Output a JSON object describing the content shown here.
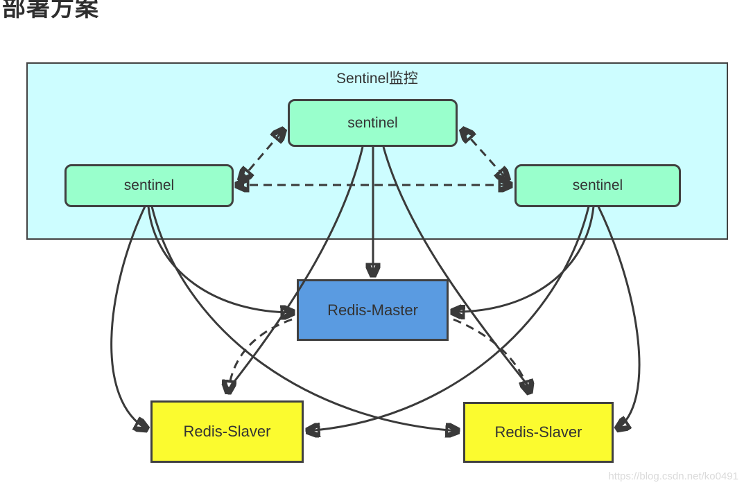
{
  "page": {
    "heading": "部署方案",
    "watermark": "https://blog.csdn.net/ko0491"
  },
  "diagram": {
    "container_label": "Sentinel监控",
    "nodes": {
      "sentinel_top": "sentinel",
      "sentinel_left": "sentinel",
      "sentinel_right": "sentinel",
      "master": "Redis-Master",
      "slave_left": "Redis-Slaver",
      "slave_right": "Redis-Slaver"
    },
    "colors": {
      "container_fill": "#cdfdff",
      "sentinel_fill": "#99ffcc",
      "master_fill": "#5a9be1",
      "slave_fill": "#fbfb2f",
      "line": "#3a3a3a"
    },
    "edges": [
      {
        "from": "sentinel-left",
        "to": "sentinel-top",
        "style": "dashed",
        "bidirectional": true
      },
      {
        "from": "sentinel-top",
        "to": "sentinel-right",
        "style": "dashed",
        "bidirectional": true
      },
      {
        "from": "sentinel-left",
        "to": "sentinel-right",
        "style": "dashed",
        "bidirectional": true
      },
      {
        "from": "sentinel-top",
        "to": "master",
        "style": "solid",
        "bidirectional": false
      },
      {
        "from": "sentinel-top",
        "to": "slave-left",
        "style": "solid",
        "bidirectional": false
      },
      {
        "from": "sentinel-top",
        "to": "slave-right",
        "style": "solid",
        "bidirectional": false
      },
      {
        "from": "sentinel-left",
        "to": "master",
        "style": "solid",
        "bidirectional": false
      },
      {
        "from": "sentinel-left",
        "to": "slave-left",
        "style": "solid",
        "bidirectional": false
      },
      {
        "from": "sentinel-left",
        "to": "slave-right",
        "style": "solid",
        "bidirectional": false
      },
      {
        "from": "sentinel-right",
        "to": "master",
        "style": "solid",
        "bidirectional": false
      },
      {
        "from": "sentinel-right",
        "to": "slave-right",
        "style": "solid",
        "bidirectional": false
      },
      {
        "from": "sentinel-right",
        "to": "slave-left",
        "style": "solid",
        "bidirectional": false
      },
      {
        "from": "master",
        "to": "slave-left",
        "style": "dashed",
        "bidirectional": false
      },
      {
        "from": "master",
        "to": "slave-right",
        "style": "dashed",
        "bidirectional": false
      }
    ]
  }
}
